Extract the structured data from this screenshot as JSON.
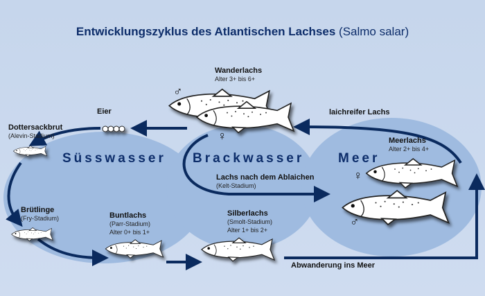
{
  "title": {
    "main": "Entwicklungszyklus des Atlantischen Lachses",
    "latin": "(Salmo salar)"
  },
  "zones": {
    "fresh": "Süsswasser",
    "brackish": "Brackwasser",
    "sea": "Meer"
  },
  "stages": {
    "eggs": {
      "name": "Eier"
    },
    "alevin": {
      "name": "Dottersackbrut",
      "sub": "(Alevin-Stadium)"
    },
    "fry": {
      "name": "Brütlinge",
      "sub": "(Fry-Stadium)"
    },
    "parr": {
      "name": "Buntlachs",
      "sub": "(Parr-Stadium)",
      "age": "Alter 0+ bis 1+"
    },
    "smolt": {
      "name": "Silberlachs",
      "sub": "(Smolt-Stadium)",
      "age": "Alter 1+ bis 2+"
    },
    "migration": {
      "name": "Abwanderung ins Meer"
    },
    "sea_salmon": {
      "name": "Meerlachs",
      "age": "Alter 2+ bis 4+"
    },
    "spawning": {
      "name": "laichreifer Lachs"
    },
    "wander": {
      "name": "Wanderlachs",
      "age": "Alter 3+ bis 6+"
    },
    "kelt": {
      "name": "Lachs nach dem Ablaichen",
      "sub": "(Kelt-Stadium)"
    }
  },
  "symbols": {
    "male": "♂",
    "female": "♀"
  },
  "colors": {
    "arrow": "#0a2a5e",
    "zone_fill": "#9fbbe0",
    "zone_text": "#0d2d6a"
  }
}
